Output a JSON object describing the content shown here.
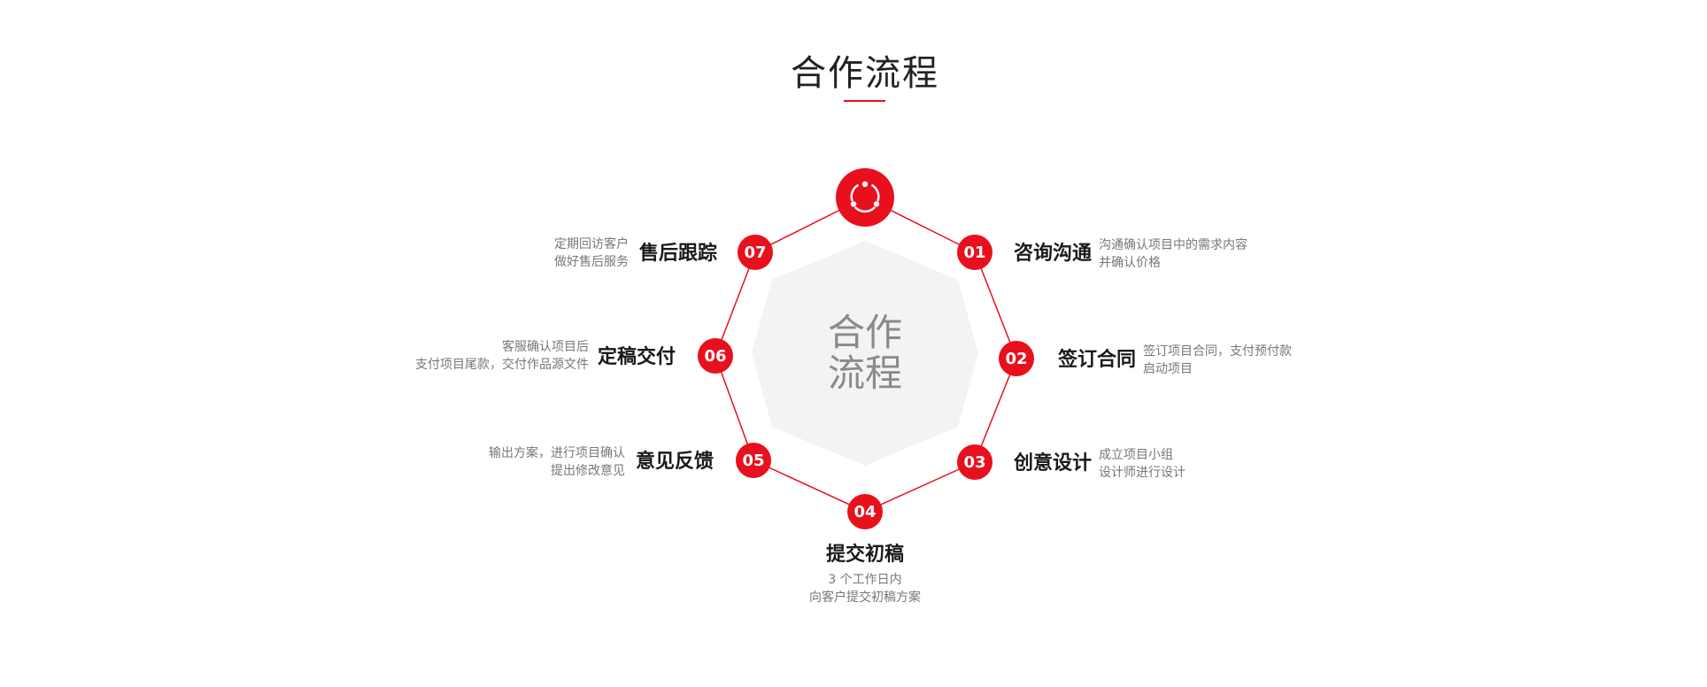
{
  "page": {
    "title": "合作流程",
    "center_label": [
      "合作",
      "流程"
    ],
    "accent_color": "#e8101d",
    "hub_icon": "cycle-icon"
  },
  "steps": [
    {
      "num": "01",
      "title": "咨询沟通",
      "desc": [
        "沟通确认项目中的需求内容",
        "并确认价格"
      ]
    },
    {
      "num": "02",
      "title": "签订合同",
      "desc": [
        "签订项目合同，支付预付款",
        "启动项目"
      ]
    },
    {
      "num": "03",
      "title": "创意设计",
      "desc": [
        "成立项目小组",
        "设计师进行设计"
      ]
    },
    {
      "num": "04",
      "title": "提交初稿",
      "desc": [
        "3 个工作日内",
        "向客户提交初稿方案"
      ]
    },
    {
      "num": "05",
      "title": "意见反馈",
      "desc": [
        "输出方案，进行项目确认",
        "提出修改意见"
      ]
    },
    {
      "num": "06",
      "title": "定稿交付",
      "desc": [
        "客服确认项目后",
        "支付项目尾款，交付作品源文件"
      ]
    },
    {
      "num": "07",
      "title": "售后跟踪",
      "desc": [
        "定期回访客户",
        "做好售后服务"
      ]
    }
  ]
}
